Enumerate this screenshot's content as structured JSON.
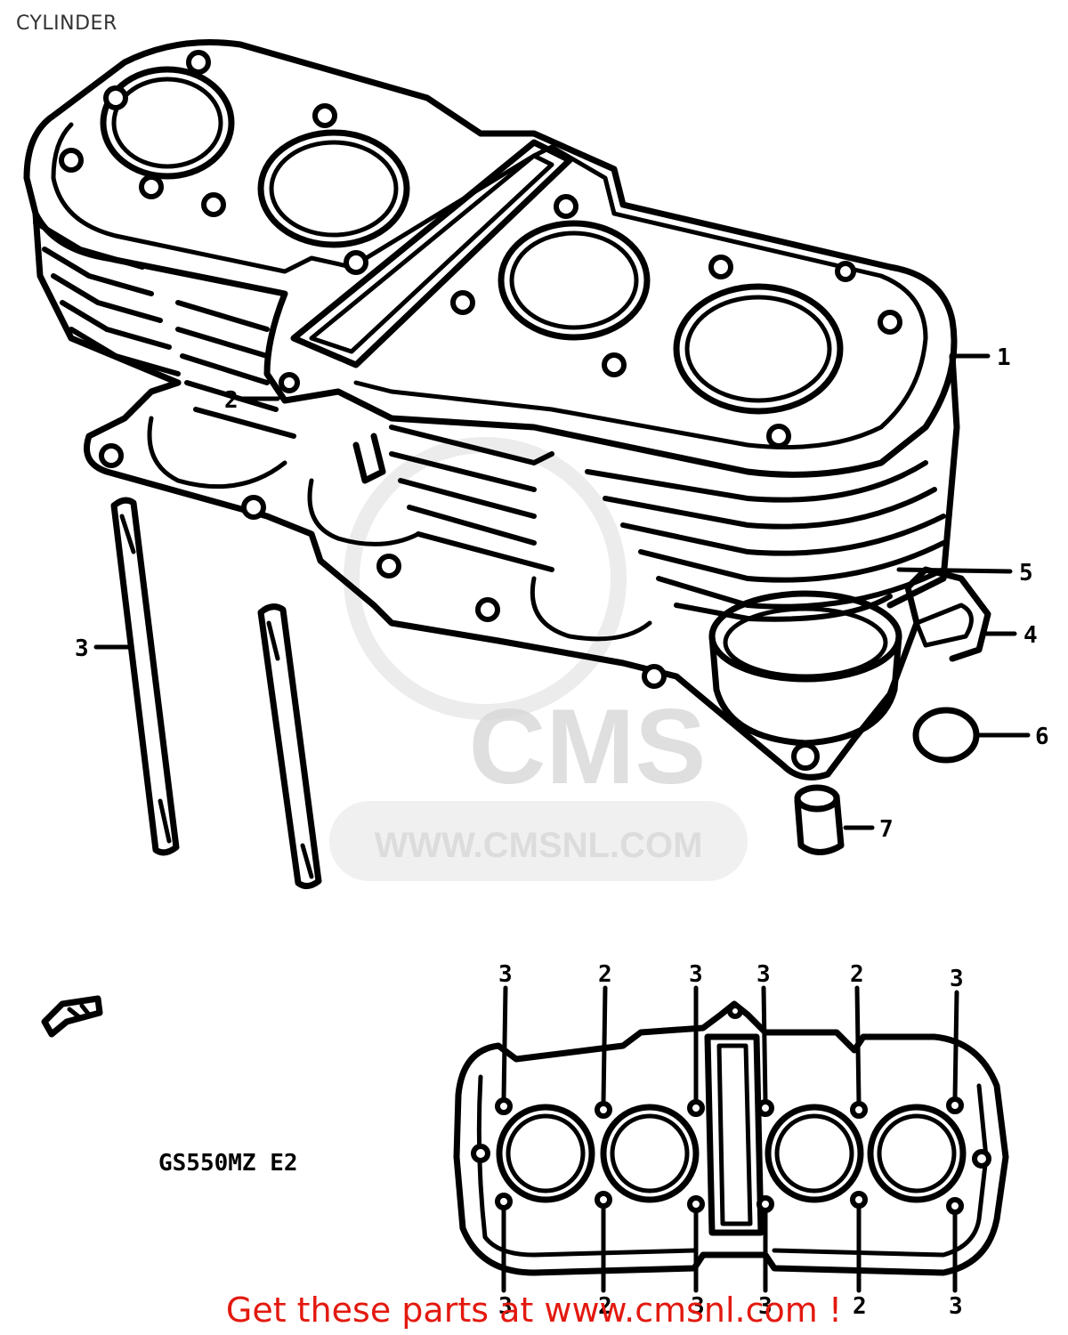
{
  "title": "CYLINDER",
  "model_label": "GS550MZ E2",
  "watermark": {
    "logo": "CMS",
    "url": "WWW.CMSNL.COM"
  },
  "promo_text": "Get these parts at www.cmsnl.com !",
  "colors": {
    "promo": "#e3190f",
    "line": "#000000",
    "title": "#333333"
  },
  "callouts": [
    {
      "number": "1"
    },
    {
      "number": "2"
    },
    {
      "number": "3"
    },
    {
      "number": "5"
    },
    {
      "number": "4"
    },
    {
      "number": "6"
    },
    {
      "number": "7"
    }
  ],
  "tightening_order": {
    "top": [
      "3",
      "2",
      "3",
      "3",
      "2",
      "3"
    ],
    "bottom": [
      "3",
      "2",
      "3",
      "3",
      "2",
      "3"
    ]
  },
  "icons": [
    "front-arrow-icon"
  ]
}
